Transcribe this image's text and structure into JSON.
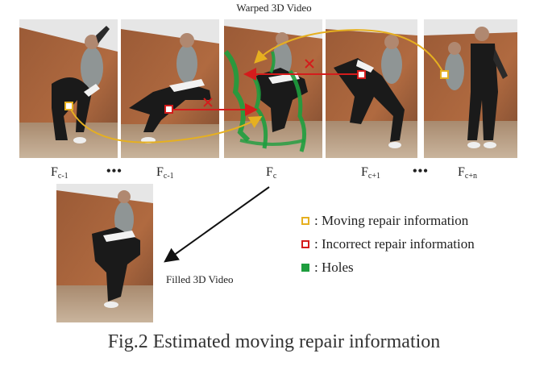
{
  "top_title": "Warped 3D Video",
  "filled_title": "Filled 3D Video",
  "frames": [
    {
      "name": "F",
      "sub": "c-1"
    },
    {
      "name": "F",
      "sub": "c-1"
    },
    {
      "name": "F",
      "sub": "c"
    },
    {
      "name": "F",
      "sub": "c+1"
    },
    {
      "name": "F",
      "sub": "c+n"
    }
  ],
  "ellipsis": "•••",
  "legend": {
    "moving": ": Moving repair information",
    "incorrect": ": Incorrect repair information",
    "holes": ": Holes"
  },
  "caption": "Fig.2 Estimated moving repair information",
  "colors": {
    "moving": "#e6b020",
    "incorrect": "#d41c1c",
    "holes": "#1e9e3e"
  }
}
